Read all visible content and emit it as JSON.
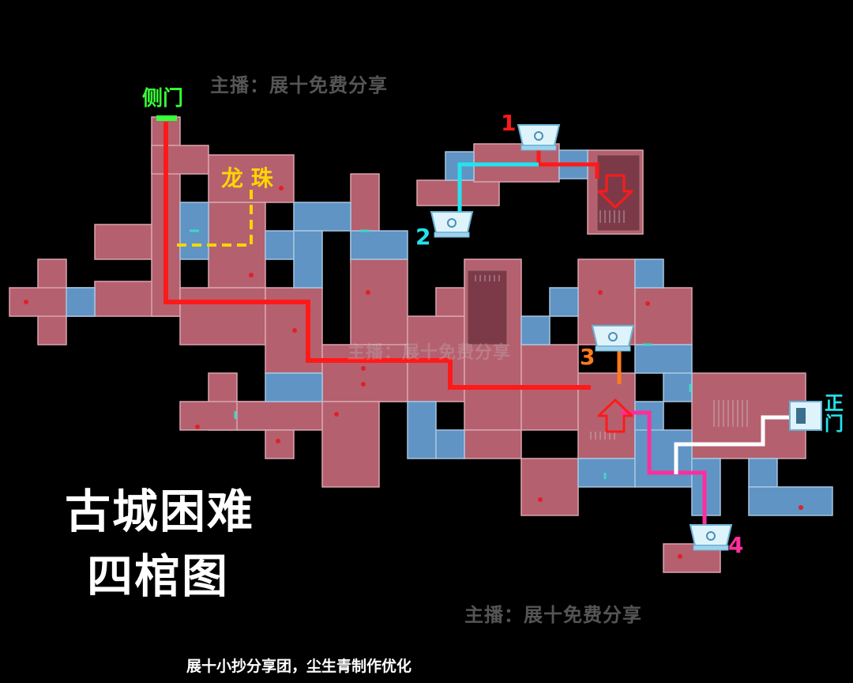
{
  "watermark": {
    "text": "主播：展十免费分享",
    "faint_text": "主播：展十免费分享"
  },
  "title": {
    "line1": "古城困难",
    "line2": "四棺图"
  },
  "footer": {
    "text": "展十小抄分享团，尘生青制作优化"
  },
  "labels": {
    "side_door": "侧门",
    "dragon_pearl": "龙 珠",
    "main_door_1": "正",
    "main_door_2": "门",
    "coffin_1": "1",
    "coffin_2": "2",
    "coffin_3": "3",
    "coffin_4": "4"
  },
  "colors": {
    "room_red": "#b5606f",
    "room_blue": "#5f94c4",
    "route_red": "#ff1a1a",
    "route_cyan": "#22e3ee",
    "route_orange": "#ff7a1a",
    "route_pink": "#ff2e9c",
    "route_white": "#ffffff",
    "route_yellow_dashed": "#ffd400",
    "side_door_green": "#39ff39",
    "watermark": "#555555"
  },
  "icons": {
    "coffin": "coffin-icon",
    "arrow_down": "down-arrow-icon",
    "arrow_up": "up-arrow-icon",
    "gate": "gate-icon"
  }
}
